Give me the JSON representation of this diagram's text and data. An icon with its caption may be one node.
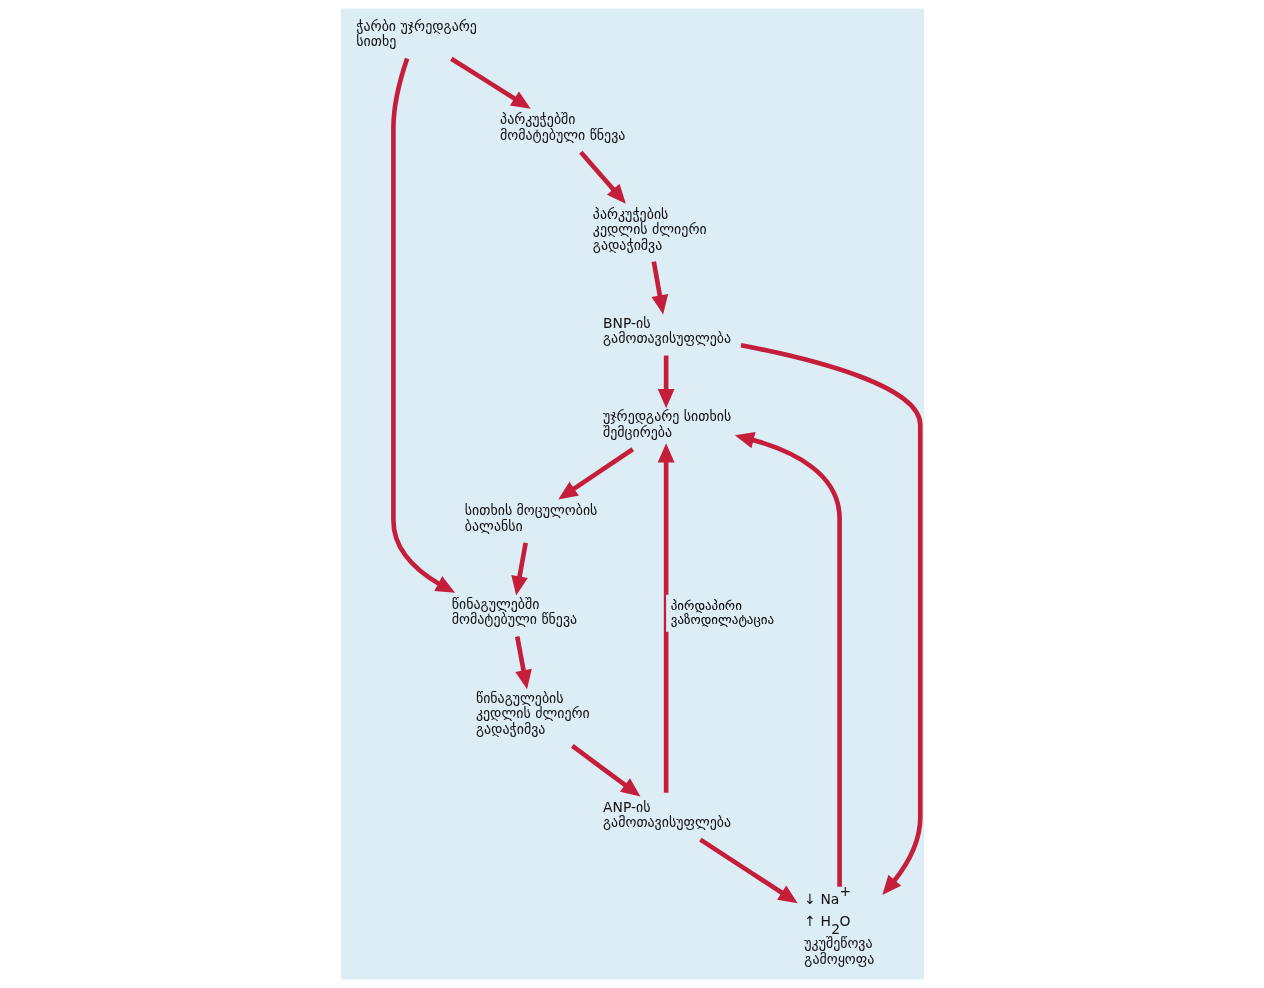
{
  "diagram": {
    "nodes": [
      {
        "text": [
          "ჭარბი უჯრედგარე სითხე"
        ]
      },
      {
        "text": [
          "სითხის მოცულობის ბალანსი"
        ]
      },
      {
        "text": [
          "უჯრედგარე სითხის შემცირება"
        ]
      },
      {
        "text": [
          "პარკუჭებში მომატებული წნევა"
        ]
      },
      {
        "text": [
          "წინაგულებში მომატებული წნევა"
        ]
      },
      {
        "text": [
          "↓ Na$^{+}$",
          "↑ H$_{2}$O",
          "უკუშეწოვა გამოყოფა"
        ]
      },
      {
        "text": [
          "პარკუჭების კედლის ძლიერი გადაჭიმვა"
        ]
      },
      {
        "text": [
          "წინაგულების კედლის ძლიერი გადაჭიმვა"
        ]
      },
      {
        "text": [
          "ANP-ის გამოთავისუფლება"
        ]
      },
      {
        "text": [
          "BNP-ის გამოთავისუფლება"
        ]
      }
    ],
    "edges": [
      {
        "from": 0,
        "to": 3,
        "arrow": "to"
      },
      {
        "from": 0,
        "to": 4,
        "arrow": "to"
      },
      {
        "from": 1,
        "to": 4,
        "arrow": "to"
      },
      {
        "from": 2,
        "to": 1,
        "arrow": "to"
      },
      {
        "from": 3,
        "to": 6,
        "arrow": "to"
      },
      {
        "from": 4,
        "to": 7,
        "arrow": "to"
      },
      {
        "from": 7,
        "to": 8,
        "arrow": "to"
      },
      {
        "from": 6,
        "to": 9,
        "arrow": "to"
      },
      {
        "from": 8,
        "to": 2,
        "arrow": "to",
        "label": "პირდაპირი ვაზოდილატაცია"
      },
      {
        "from": 8,
        "to": 5,
        "arrow": "to"
      },
      {
        "from": 9,
        "to": 2,
        "arrow": "to"
      },
      {
        "from": 9,
        "to": 5,
        "arrow": "to"
      },
      {
        "from": 5,
        "to": 2,
        "arrow": "to"
      }
    ]
  }
}
